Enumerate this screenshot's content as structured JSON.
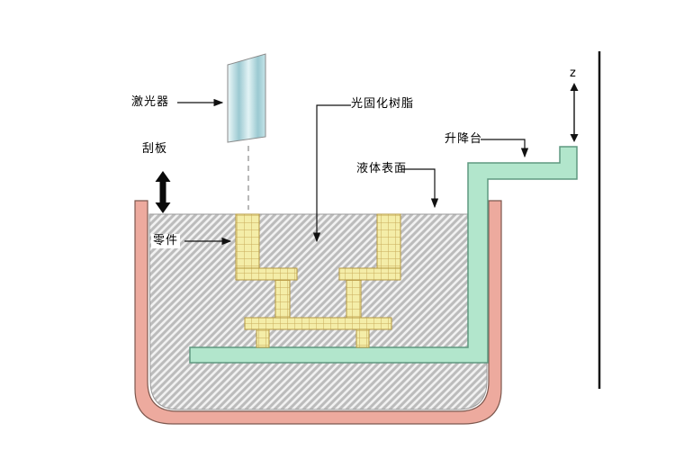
{
  "title": "SLA stereolithography process diagram",
  "labels": {
    "laser": "激光器",
    "scraper": "刮板",
    "resin": "光固化树脂",
    "liquid_surface": "液体表面",
    "lift_platform": "升降台",
    "part": "零件",
    "z_axis": "z"
  },
  "colors": {
    "tank_wall": "#edaa9e",
    "tank_outline": "#7d584e",
    "platform": "#b2e6cc",
    "platform_outline": "#5f9880",
    "part_fill": "#f4eda8",
    "part_outline": "#b5973f",
    "laser_light": "#eef9fa",
    "laser_dark": "#9bc9d1",
    "line": "#1a1a1a"
  }
}
